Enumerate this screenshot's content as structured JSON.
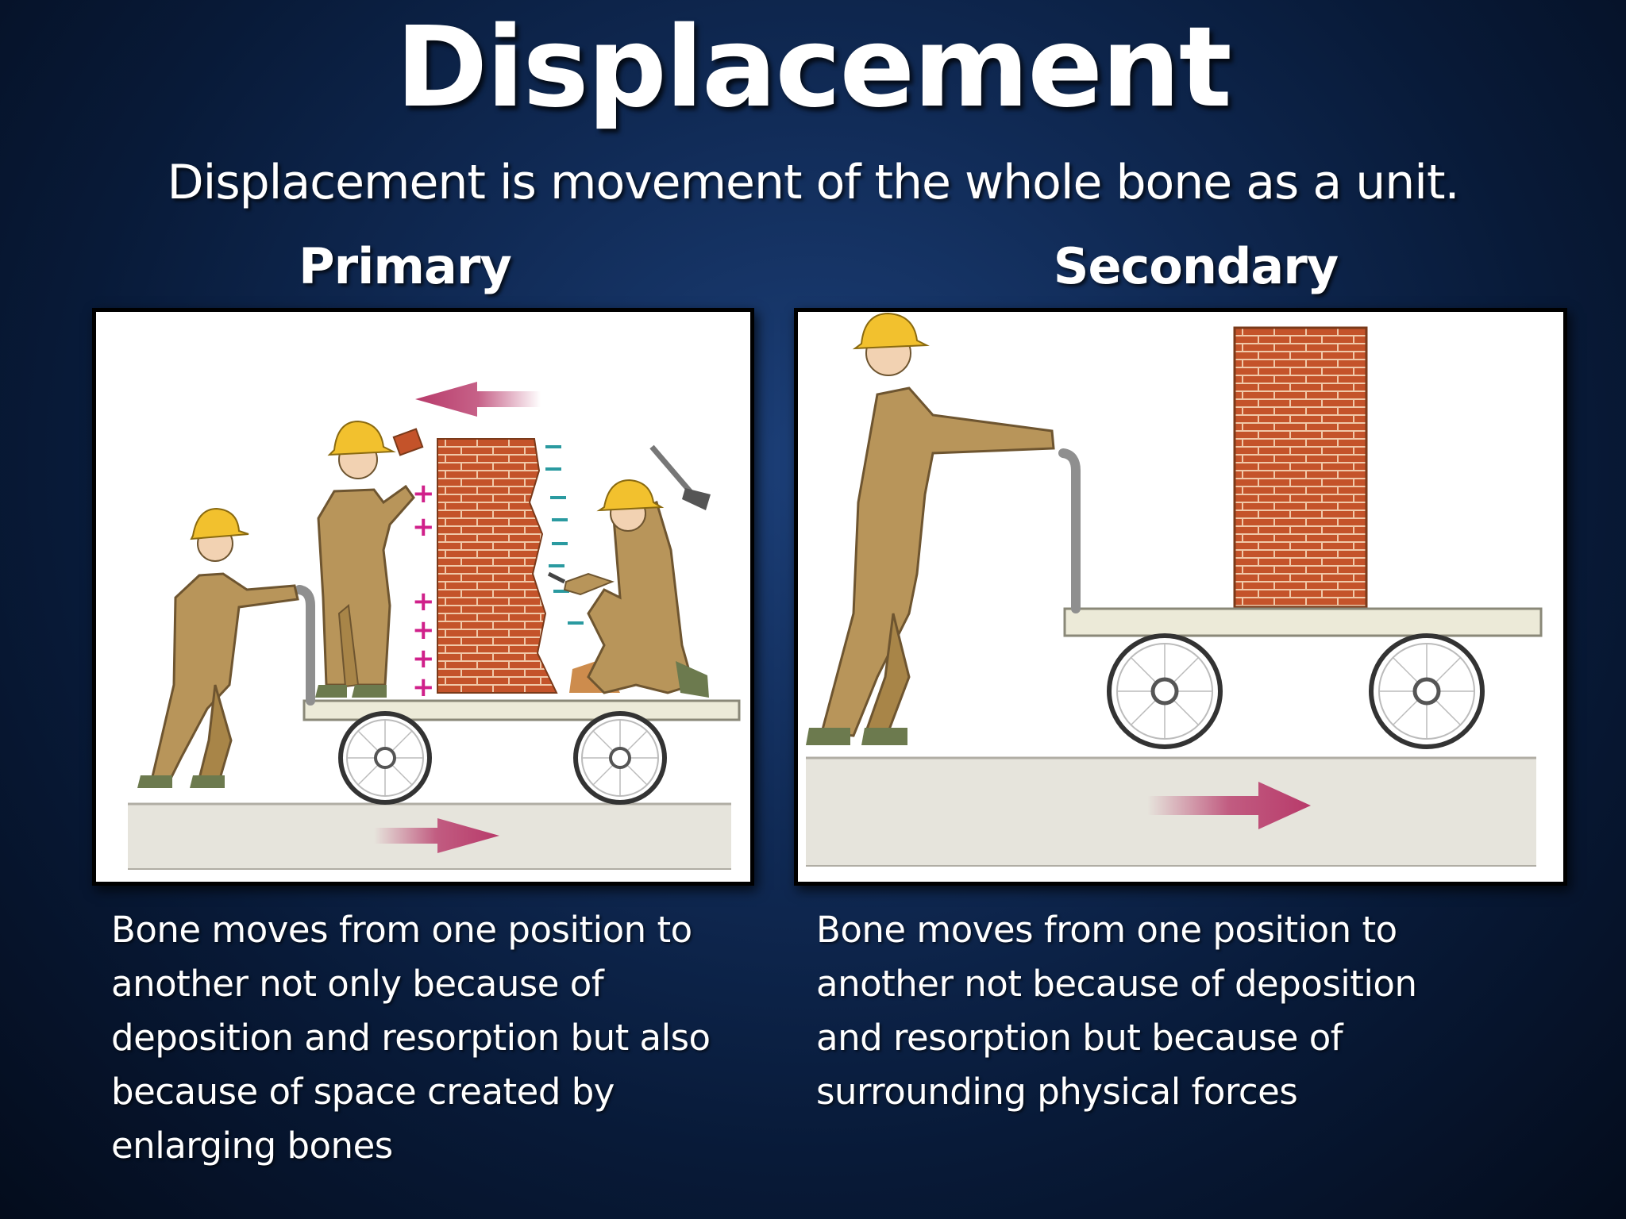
{
  "slide": {
    "title": "Displacement",
    "subtitle": "Displacement is movement of the whole bone as a unit.",
    "background_color": "#0a1d40"
  },
  "primary": {
    "heading": "Primary",
    "illustration": "three-workers-wall-cart-icon",
    "description_lines": [
      "Bone moves from one position to",
      "another not only because of",
      "deposition and resorption but also",
      "because of space created by",
      "enlarging bones"
    ]
  },
  "secondary": {
    "heading": "Secondary",
    "illustration": "worker-pushing-cart-wall-icon",
    "description_lines": [
      "Bone moves from one position to",
      "another not because of deposition",
      "and resorption but because of",
      "surrounding physical forces"
    ]
  },
  "colors": {
    "arrow": "#b83a6a",
    "brick": "#c4532a",
    "mortar": "#f0c8a8",
    "worker": "#b8955a",
    "helmet": "#f2c12e",
    "plus": "#d0208a",
    "minus": "#2a9aa0"
  }
}
